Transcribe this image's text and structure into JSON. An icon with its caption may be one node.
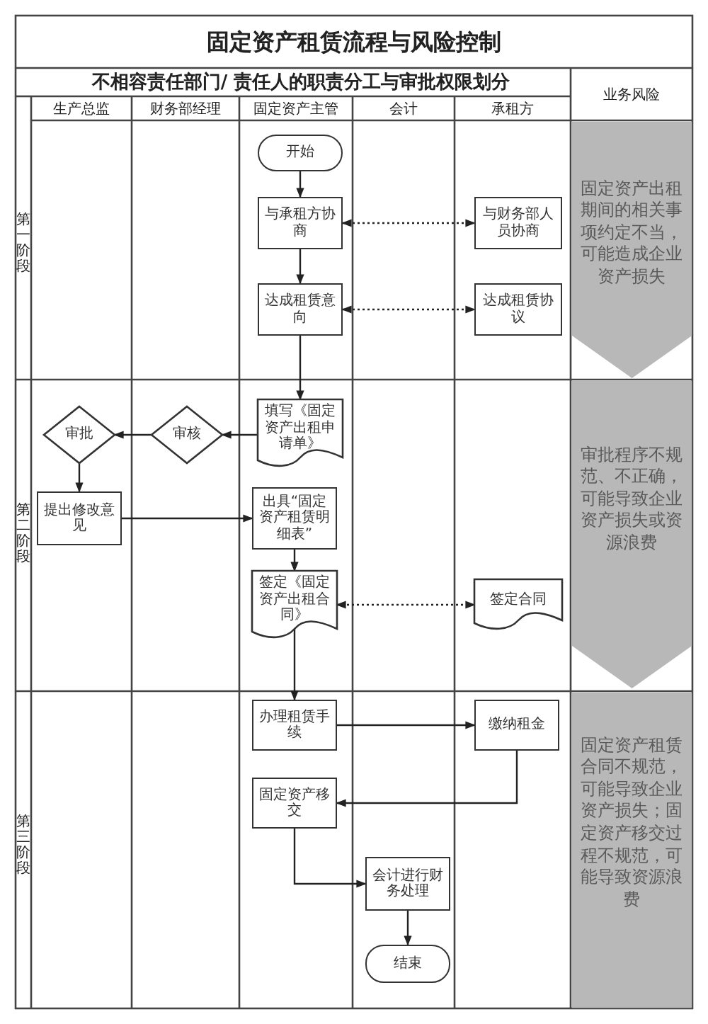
{
  "diagram": {
    "title": "固定资产租赁流程与风险控制",
    "nodes": [
      {
        "text": [
          "开始"
        ]
      },
      {
        "text": [
          "与承租方协商"
        ]
      },
      {
        "text": [
          "与财务部人员协商"
        ]
      },
      {
        "text": [
          "达成租赁意向"
        ]
      },
      {
        "text": [
          "达成租赁协议"
        ]
      },
      {
        "text": [
          "填写《固定资产出租申请单》"
        ]
      },
      {
        "text": [
          "审核"
        ]
      },
      {
        "text": [
          "审批"
        ]
      },
      {
        "text": [
          "提出修改意见"
        ]
      },
      {
        "text": [
          "出具“固定资产租赁明细表”"
        ]
      },
      {
        "text": [
          "签定《固定资产出租合同》"
        ]
      },
      {
        "text": [
          "签定合同"
        ]
      },
      {
        "text": [
          "办理租赁手续"
        ]
      },
      {
        "text": [
          "缴纳租金"
        ]
      },
      {
        "text": [
          "固定资产移交"
        ]
      },
      {
        "text": [
          "会计进行财务处理"
        ]
      },
      {
        "text": [
          "结束"
        ]
      },
      {
        "text": [
          "固定资产出租期间的相关事项约定不当，可能造成企业资产损失"
        ]
      },
      {
        "text": [
          "审批程序不规范、不正确，可能导致企业资产损失或资源浪费"
        ]
      },
      {
        "text": [
          "固定资产租赁合同不规范，可能导致企业资产损失；固定资产移交过程不规范，可能导致资源浪费"
        ]
      }
    ],
    "edges": [
      {
        "from": 0,
        "to": 1,
        "arrow": "to"
      },
      {
        "from": 1,
        "to": 2,
        "arrow": "both",
        "style": "dashed"
      },
      {
        "from": 1,
        "to": 3,
        "arrow": "to"
      },
      {
        "from": 3,
        "to": 4,
        "arrow": "both",
        "style": "dashed"
      },
      {
        "from": 3,
        "to": 5,
        "arrow": "to"
      },
      {
        "from": 5,
        "to": 6,
        "arrow": "to"
      },
      {
        "from": 6,
        "to": 7,
        "arrow": "to"
      },
      {
        "from": 7,
        "to": 8,
        "arrow": "to"
      },
      {
        "from": 8,
        "to": 9,
        "arrow": "to"
      },
      {
        "from": 9,
        "to": 10,
        "arrow": "to"
      },
      {
        "from": 10,
        "to": 11,
        "arrow": "both",
        "style": "dashed"
      },
      {
        "from": 10,
        "to": 12,
        "arrow": "to"
      },
      {
        "from": 12,
        "to": 13,
        "arrow": "to"
      },
      {
        "from": 13,
        "to": 14,
        "arrow": "to"
      },
      {
        "from": 14,
        "to": 15,
        "arrow": "to"
      },
      {
        "from": 15,
        "to": 16,
        "arrow": "to"
      }
    ],
    "labels": [
      "不相容责任部门/ 责任人的职责分工与审批权限划分",
      "业务风险",
      "生产总监",
      "财务部经理",
      "固定资产主管",
      "会计",
      "承租方",
      "第一阶段",
      "第二阶段",
      "第三阶段"
    ]
  }
}
